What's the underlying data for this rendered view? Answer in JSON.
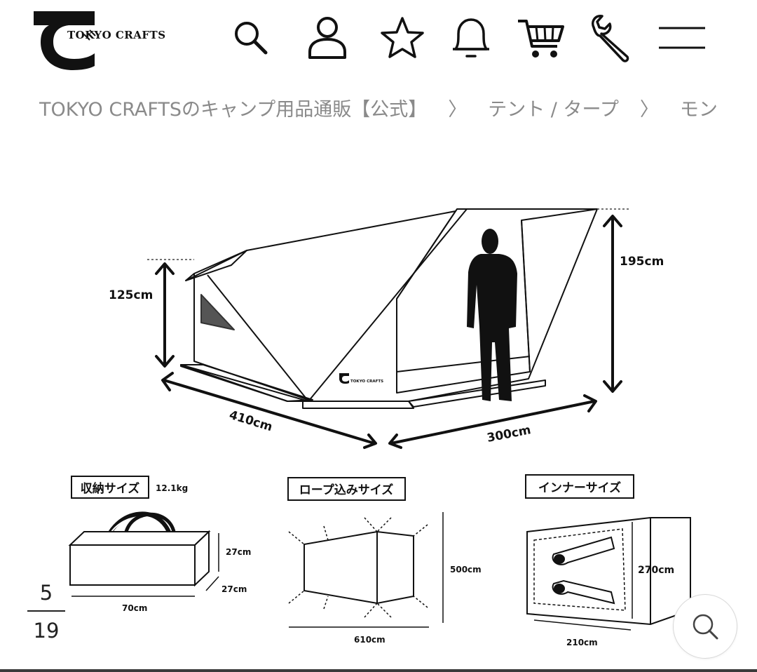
{
  "brand": {
    "name": "TOKYO CRAFTS"
  },
  "header": {
    "icons": [
      "search-icon",
      "user-icon",
      "star-icon",
      "bell-icon",
      "cart-icon",
      "wrench-icon",
      "menu-icon"
    ]
  },
  "breadcrumb": {
    "items": [
      "TOKYO CRAFTSのキャンプ用品通販【公式】",
      "テント / タープ",
      "モン"
    ],
    "separator": "〉"
  },
  "product_image": {
    "tent": {
      "height_front": "125cm",
      "height_rear": "195cm",
      "length": "410cm",
      "width": "300cm",
      "logo_text": "TOKYO CRAFTS"
    },
    "storage": {
      "label": "収納サイズ",
      "weight": "12.1kg",
      "height": "27cm",
      "depth": "27cm",
      "width": "70cm"
    },
    "rope": {
      "label": "ロープ込みサイズ",
      "width": "610cm",
      "depth": "500cm"
    },
    "inner": {
      "label": "インナーサイズ",
      "width": "210cm",
      "depth": "270cm"
    }
  },
  "gallery": {
    "current": "5",
    "total": "19"
  },
  "colors": {
    "breadcrumb": "#8a8a8a",
    "ink": "#111111"
  }
}
